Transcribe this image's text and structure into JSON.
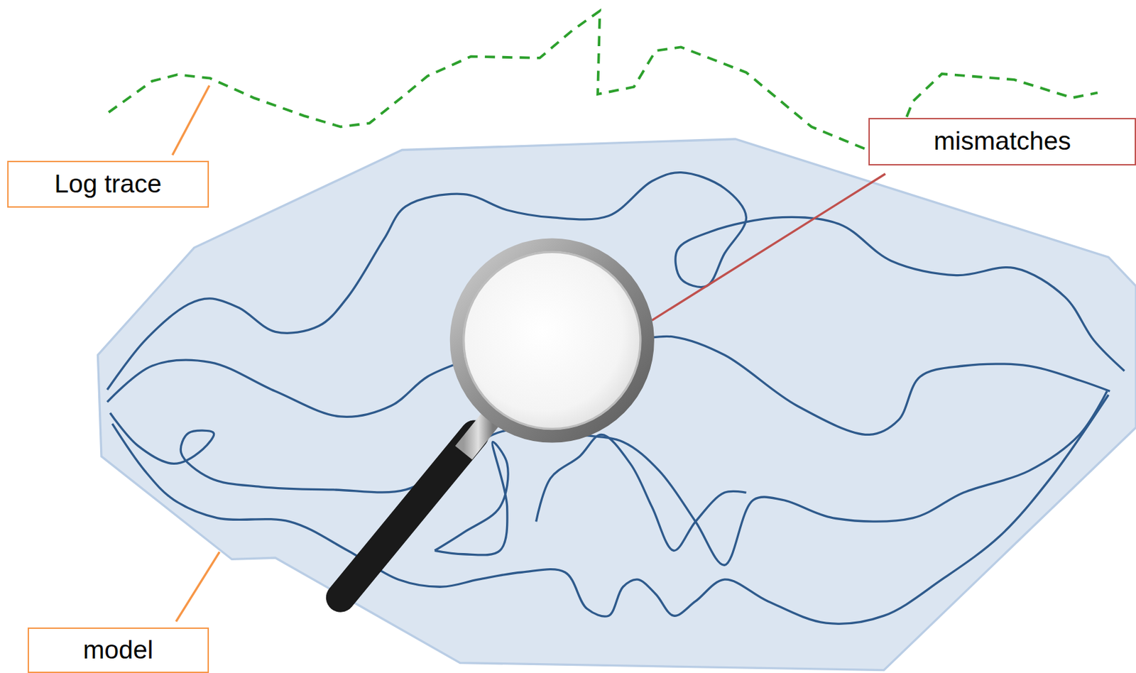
{
  "diagram": {
    "nodes": [
      {
        "text": [
          "Log trace"
        ]
      },
      {
        "text": [
          "mismatches"
        ]
      },
      {
        "text": [
          "model"
        ]
      }
    ]
  }
}
